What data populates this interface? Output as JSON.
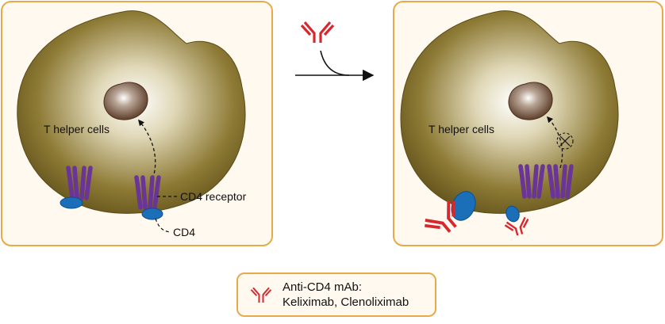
{
  "left_panel": {
    "cell_label": "T helper cells",
    "receptor_label": "CD4 receptor",
    "cd4_label": "CD4"
  },
  "right_panel": {
    "cell_label": "T helper cells"
  },
  "legend": {
    "line1": "Anti-CD4 mAb:",
    "line2": "Keliximab, Clenoliximab"
  },
  "colors": {
    "panel_border": "#e8a94a",
    "cell_dark": "#6b5a1e",
    "cell_light": "#ffffff",
    "nucleus": "#6a4a36",
    "receptor": "#6a3596",
    "cd4": "#1a6fb8",
    "antibody": "#d7282f"
  }
}
